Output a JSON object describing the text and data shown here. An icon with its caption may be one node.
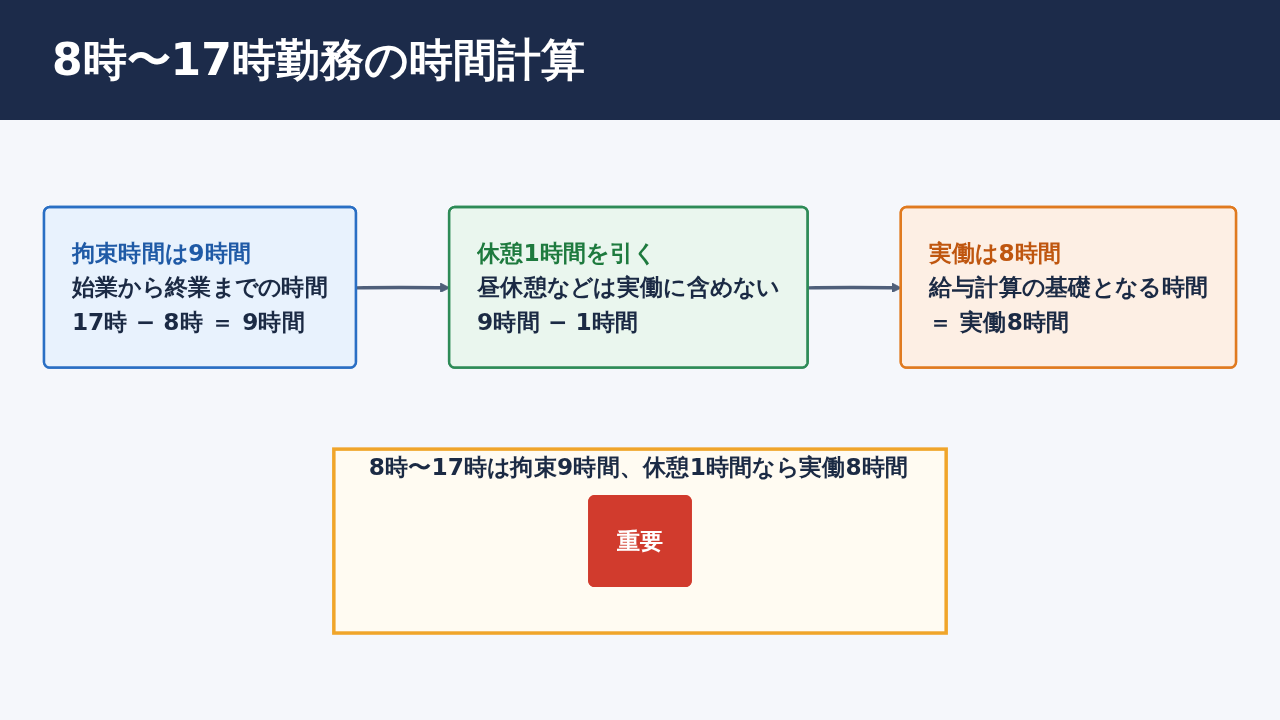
{
  "diagram": {
    "title": "8時〜17時勤務の時間計算",
    "nodes": [
      {
        "text": [
          "拘束時間は9時間",
          "始業から終業までの時間",
          "17時 − 8時 ＝ 9時間"
        ]
      },
      {
        "text": [
          "休憩1時間を引く",
          "昼休憩などは実働に含めない",
          "9時間 − 1時間"
        ]
      },
      {
        "text": [
          "実働は8時間",
          "給与計算の基礎となる時間",
          "＝ 実働8時間"
        ]
      },
      {
        "text": [
          "8時〜17時は拘束9時間、休憩1時間なら実働8時間"
        ]
      },
      {
        "text": [
          "重要"
        ],
        "in": 3
      }
    ],
    "edges": [
      {
        "from": 0,
        "to": 1,
        "arrow": "to"
      },
      {
        "from": 1,
        "to": 2,
        "arrow": "to"
      }
    ]
  }
}
